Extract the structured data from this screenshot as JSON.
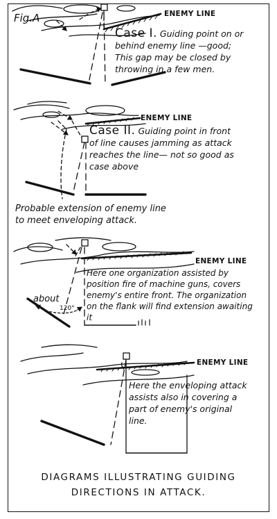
{
  "figure_label": "Fig.A",
  "enemy_line_label": "ENEMY LINE",
  "panels": [
    {
      "case_label": "Case I.",
      "text_lines": [
        "Guiding point on or",
        "behind enemy line —good;",
        "This gap may be closed by",
        "throwing in a few men."
      ]
    },
    {
      "case_label": "Case II.",
      "text_lines": [
        "Guiding point in front",
        "of line causes jamming as attack",
        "reaches the line— not so good as",
        "case above"
      ],
      "note_lines": [
        "Probable extension of enemy line",
        "to meet enveloping attack."
      ]
    },
    {
      "text_lines": [
        "Here one organization assisted by",
        "position fire of machine guns, covers",
        "enemy's entire front. The organization",
        "on the flank will find extension awaiting",
        "it"
      ],
      "about_label": "about",
      "angle_label": "120°"
    },
    {
      "text_lines": [
        "Here the enveloping attack",
        "assists also in covering a",
        "part of enemy's original",
        "line."
      ]
    }
  ],
  "caption_lines": [
    "DIAGRAMS ILLUSTRATING GUIDING",
    "DIRECTIONS IN ATTACK."
  ]
}
